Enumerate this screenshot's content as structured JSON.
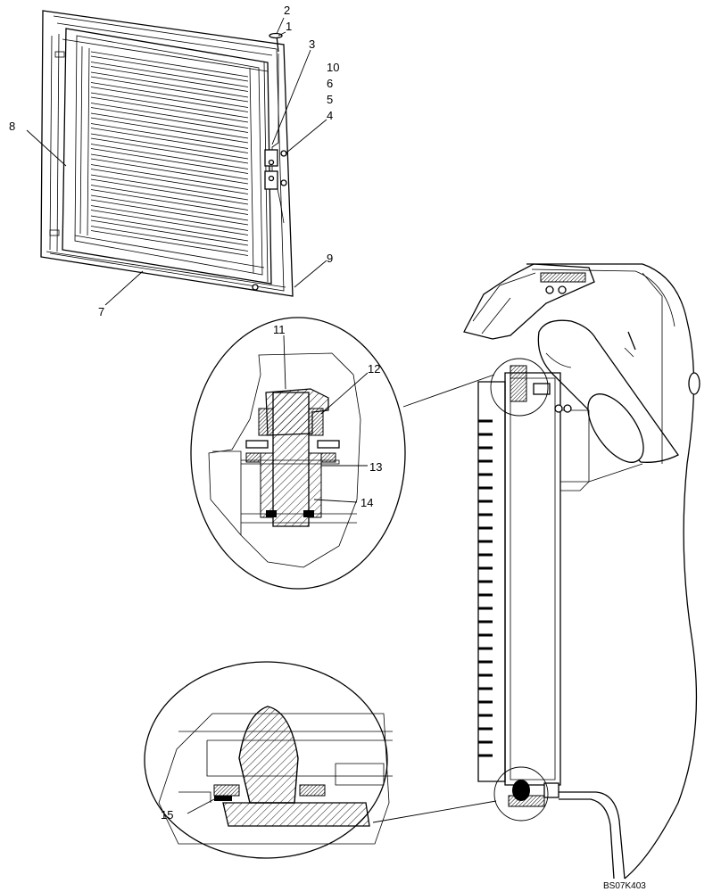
{
  "figure": {
    "code": "BS07K403",
    "callouts": [
      "1",
      "2",
      "3",
      "4",
      "5",
      "6",
      "7",
      "8",
      "9",
      "10",
      "11",
      "12",
      "13",
      "14",
      "15"
    ]
  }
}
